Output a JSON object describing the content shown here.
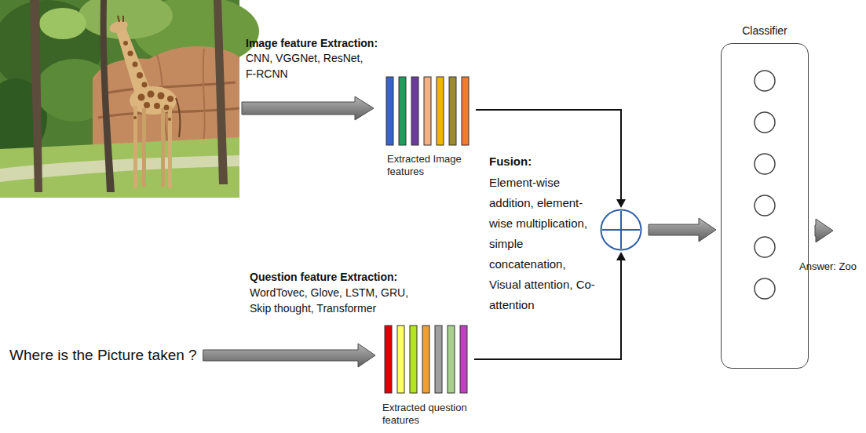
{
  "diagram": {
    "nodes": [
      {
        "text": [
          "Extracted Image features"
        ]
      },
      {
        "text": [
          "Where is the Picture taken ?"
        ]
      },
      {
        "text": [
          "Extracted question features"
        ]
      },
      {
        "text": [
          "Fusion:",
          "Element-wise addition, element-wise multiplication, simple concatenation, Visual attention, Co-attention"
        ]
      },
      {
        "text": [
          "Classifier"
        ]
      },
      {
        "text": [
          "Answer: Zoo"
        ]
      }
    ],
    "edges": [
      {
        "from": 1,
        "to": 2,
        "arrow": "to"
      },
      {
        "from": 0,
        "to": 3,
        "arrow": "to"
      },
      {
        "from": 2,
        "to": 3,
        "arrow": "to"
      },
      {
        "from": 3,
        "to": 4,
        "arrow": "to"
      },
      {
        "from": 4,
        "to": 5,
        "arrow": "to"
      }
    ],
    "labels": [
      "Image feature Extraction:",
      "CNN, VGGNet, ResNet, F-RCNN",
      "Question feature Extraction:",
      "WordTovec, Glove, LSTM, GRU, Skip thought, Transformer"
    ]
  }
}
